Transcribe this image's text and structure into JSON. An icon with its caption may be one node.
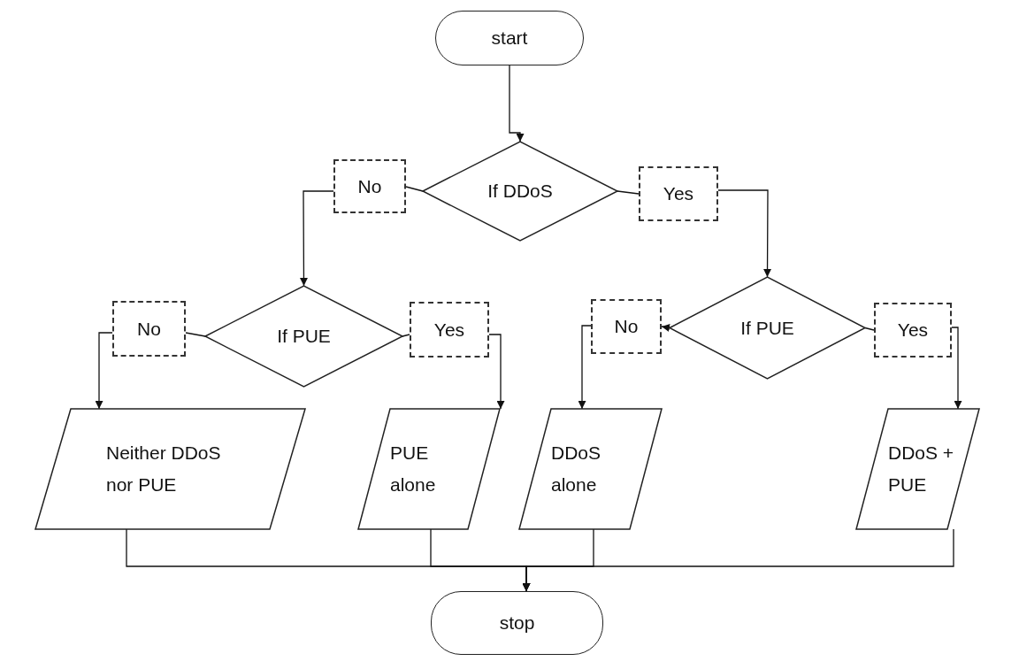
{
  "diagram": {
    "nodes": [
      {
        "text": [
          "start"
        ]
      },
      {
        "text": [
          "If DDoS"
        ]
      },
      {
        "text": [
          "No"
        ]
      },
      {
        "text": [
          "Yes"
        ]
      },
      {
        "text": [
          "If PUE"
        ]
      },
      {
        "text": [
          "No"
        ]
      },
      {
        "text": [
          "Yes"
        ]
      },
      {
        "text": [
          "If PUE"
        ]
      },
      {
        "text": [
          "No"
        ]
      },
      {
        "text": [
          "Yes"
        ]
      },
      {
        "text": [
          "Neither DDoS nor PUE"
        ]
      },
      {
        "text": [
          "PUE alone"
        ]
      },
      {
        "text": [
          "DDoS alone"
        ]
      },
      {
        "text": [
          "DDoS + PUE"
        ]
      },
      {
        "text": [
          "stop"
        ]
      }
    ],
    "edges": [
      {
        "from": 0,
        "to": 1,
        "arrow": "to"
      },
      {
        "from": 1,
        "to": 2,
        "arrow": "none"
      },
      {
        "from": 2,
        "to": 4,
        "arrow": "to"
      },
      {
        "from": 1,
        "to": 3,
        "arrow": "none"
      },
      {
        "from": 3,
        "to": 7,
        "arrow": "to"
      },
      {
        "from": 4,
        "to": 5,
        "arrow": "none"
      },
      {
        "from": 5,
        "to": 10,
        "arrow": "to"
      },
      {
        "from": 4,
        "to": 6,
        "arrow": "none"
      },
      {
        "from": 6,
        "to": 11,
        "arrow": "to"
      },
      {
        "from": 7,
        "to": 8,
        "arrow": "to"
      },
      {
        "from": 8,
        "to": 12,
        "arrow": "to"
      },
      {
        "from": 7,
        "to": 9,
        "arrow": "none"
      },
      {
        "from": 9,
        "to": 13,
        "arrow": "to"
      },
      {
        "from": 10,
        "to": 14,
        "arrow": "to"
      },
      {
        "from": 11,
        "to": 14,
        "arrow": "to"
      },
      {
        "from": 12,
        "to": 14,
        "arrow": "to"
      },
      {
        "from": 13,
        "to": 14,
        "arrow": "to"
      }
    ]
  }
}
